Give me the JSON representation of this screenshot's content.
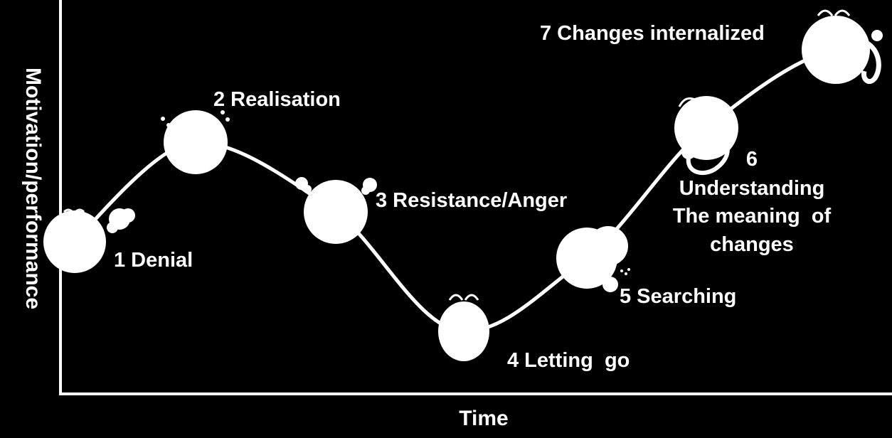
{
  "axes": {
    "x_label": "Time",
    "y_label": "Motivation/performance"
  },
  "stages": [
    {
      "number": "1",
      "label": "Denial",
      "figure": "frustrated-blob-icon"
    },
    {
      "number": "2",
      "label": "Realisation",
      "figure": "surprised-blob-icon"
    },
    {
      "number": "3",
      "label": "Resistance/Anger",
      "figure": "angry-blob-icon"
    },
    {
      "number": "4",
      "label": "Letting  go",
      "figure": "peeking-blob-icon"
    },
    {
      "number": "5",
      "label": "Searching",
      "figure": "searching-blob-icon"
    },
    {
      "number": "6",
      "label_lines": [
        "6",
        "Understanding",
        "The meaning  of",
        "changes"
      ],
      "figure": "running-blob-icon"
    },
    {
      "number": "7",
      "label": "Changes internalized",
      "figure": "celebrating-blob-icon"
    }
  ],
  "colors": {
    "background": "#000000",
    "foreground": "#ffffff"
  }
}
